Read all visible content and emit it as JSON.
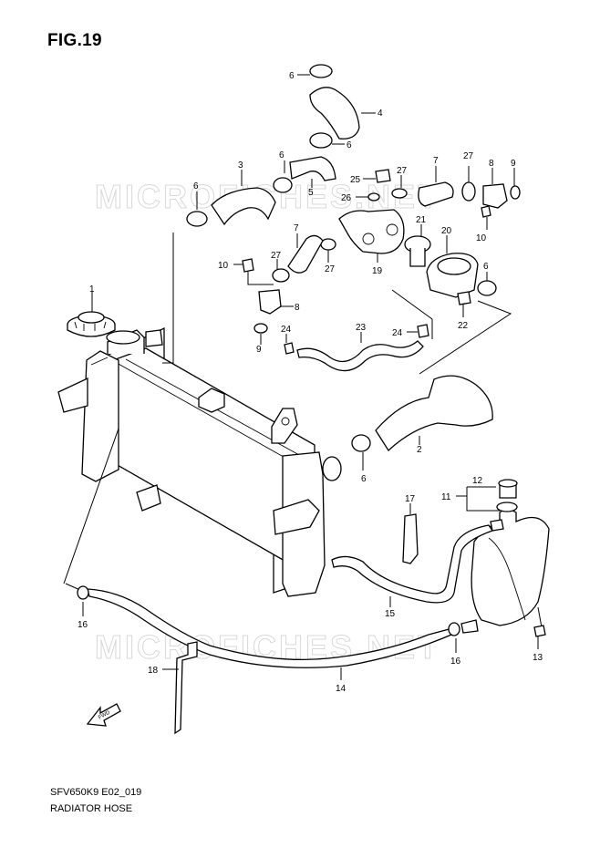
{
  "figure": {
    "title": "FIG.19",
    "code": "SFV650K9 E02_019",
    "name": "RADIATOR HOSE",
    "watermark": "MICROFICHES.NET",
    "fwd_label": "FWD"
  },
  "callouts": {
    "c1": "1",
    "c2": "2",
    "c3": "3",
    "c4": "4",
    "c5": "5",
    "c6a": "6",
    "c6b": "6",
    "c6c": "6",
    "c6d": "6",
    "c6e": "6",
    "c6f": "6",
    "c7a": "7",
    "c7b": "7",
    "c8a": "8",
    "c8b": "8",
    "c9a": "9",
    "c9b": "9",
    "c10a": "10",
    "c10b": "10",
    "c11": "11",
    "c12": "12",
    "c13": "13",
    "c14": "14",
    "c15": "15",
    "c16a": "16",
    "c16b": "16",
    "c17": "17",
    "c18": "18",
    "c19": "19",
    "c20": "20",
    "c21": "21",
    "c22": "22",
    "c23": "23",
    "c24a": "24",
    "c24b": "24",
    "c25": "25",
    "c26": "26",
    "c27a": "27",
    "c27b": "27",
    "c27c": "27",
    "c27d": "27"
  }
}
